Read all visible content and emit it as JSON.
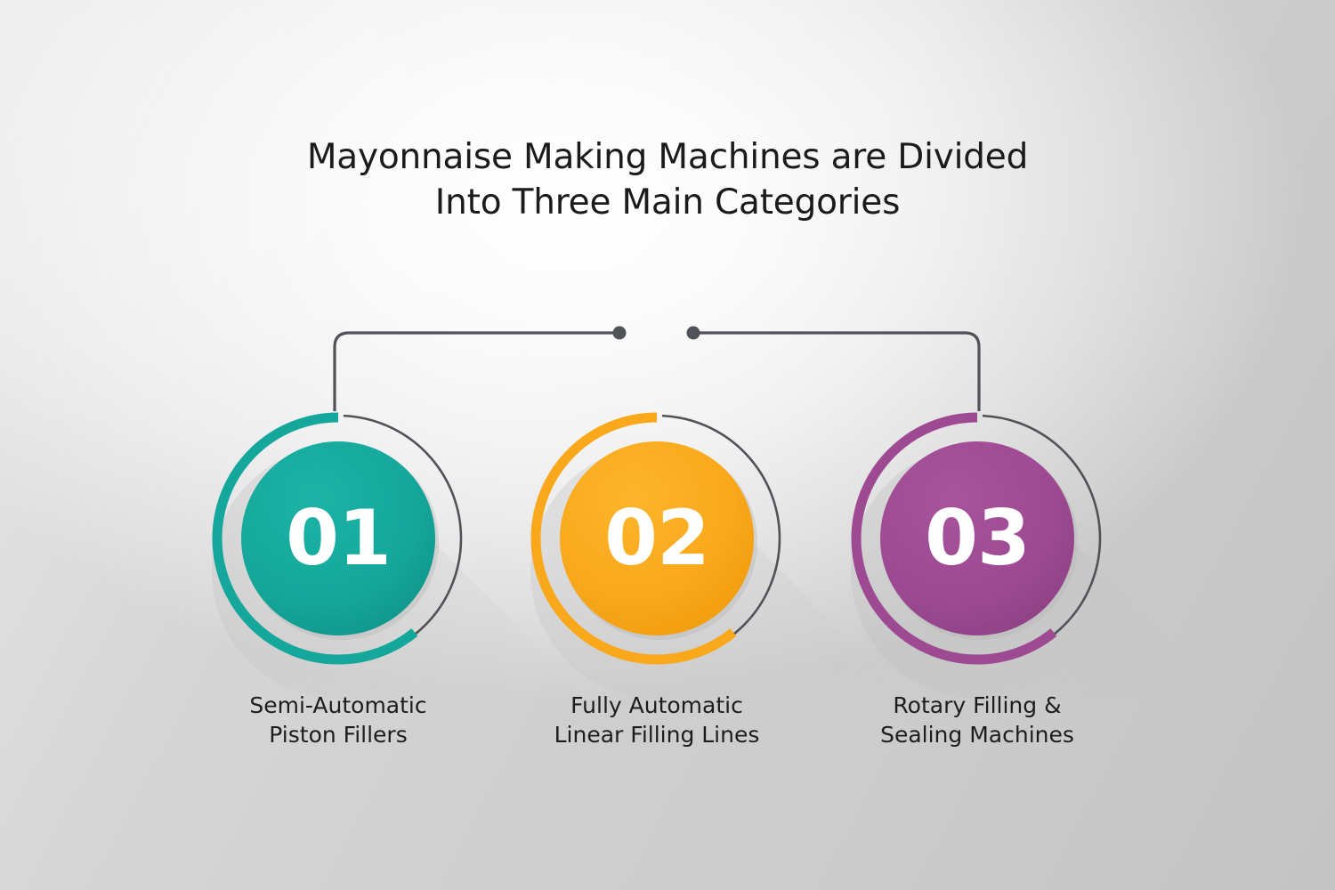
{
  "infographic": {
    "title": {
      "line1": "Mayonnaise Making Machines are Divided",
      "line2": "Into Three Main Categories"
    },
    "background": {
      "center_color": "#ffffff",
      "edge_color": "#cfcfcf"
    },
    "connector": {
      "line_color": "#4f5257",
      "dot_color": "#4f5257"
    },
    "items": [
      {
        "number": "01",
        "caption": "Semi-Automatic\nPiston Fillers",
        "color": "#15a79b",
        "ring_color": "#15a79b",
        "outer_track_color": "#4f5257",
        "number_color": "#ffffff"
      },
      {
        "number": "02",
        "caption": "Fully Automatic\nLinear Filling Lines",
        "color": "#f9a81b",
        "ring_color": "#f9a81b",
        "outer_track_color": "#4f5257",
        "number_color": "#ffffff"
      },
      {
        "number": "03",
        "caption": "Rotary Filling &\nSealing Machines",
        "color": "#9d4a92",
        "ring_color": "#9d4a92",
        "outer_track_color": "#4f5257",
        "number_color": "#ffffff"
      }
    ]
  }
}
